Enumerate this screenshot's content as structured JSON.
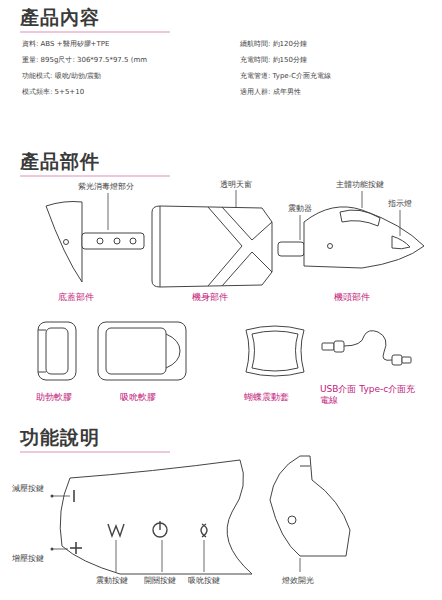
{
  "diagram": {
    "title": "產品內容",
    "labels": [
      "資料: ABS +醫用矽膠+TPE",
      "重量: 895g尺寸: 306*97.5*97.5 (mm",
      "功能模式: 吸吮/助勃/震動",
      "模式頻率: 5+5+10",
      "續航時間: 約120分鐘",
      "充電時間: 約150分鐘",
      "充電管道: Type-C介面充電線",
      "適用人群: 成年男性",
      "產品部件",
      "紫光消毒燈部分",
      "透明天窗",
      "震動器",
      "主體功能按鍵",
      "指示燈",
      "底蓋部件",
      "機身部件",
      "機頭部件",
      "助勃軟膠",
      "吸吮軟膠",
      "蝴蝶震動套",
      "USB介面 Type-c介面充電線",
      "功能說明",
      "減壓按鍵",
      "增壓按鍵",
      "震動按鍵",
      "開關按鍵",
      "吸吮按鍵",
      "燈效開光"
    ]
  }
}
